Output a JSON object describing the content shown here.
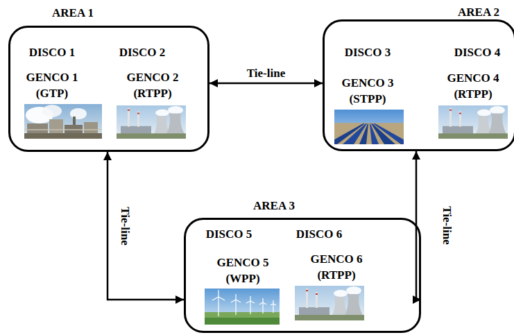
{
  "diagram": {
    "nodes": [
      {
        "text": [
          "AREA 1",
          "DISCO 1",
          "DISCO 2",
          "GENCO 1 (GTP)",
          "GENCO 2 (RTPP)"
        ]
      },
      {
        "text": [
          "AREA 2",
          "DISCO 3",
          "DISCO 4",
          "GENCO 3 (STPP)",
          "GENCO 4 (RTPP)"
        ]
      },
      {
        "text": [
          "AREA 3",
          "DISCO 5",
          "DISCO 6",
          "GENCO 5 (WPP)",
          "GENCO 6 (RTPP)"
        ]
      }
    ],
    "edges": [
      {
        "from": 0,
        "to": 1,
        "arrow": "both",
        "label": "Tie-line"
      },
      {
        "from": 0,
        "to": 2,
        "arrow": "both",
        "label": "Tie-line"
      },
      {
        "from": 1,
        "to": 2,
        "arrow": "both",
        "label": "Tie-line"
      }
    ]
  }
}
